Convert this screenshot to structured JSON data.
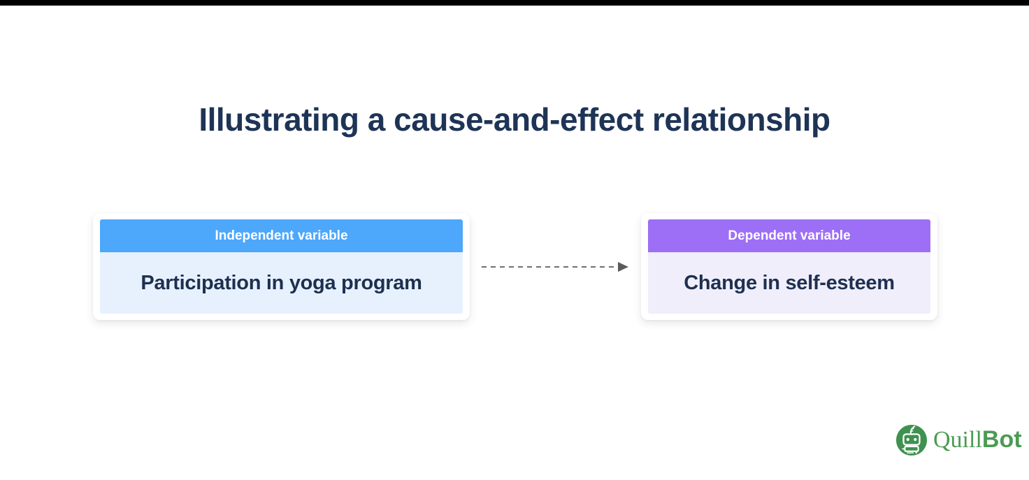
{
  "page": {
    "top_bar_color": "#000000",
    "background_color": "#ffffff"
  },
  "title": {
    "text": "Illustrating a cause-and-effect relationship",
    "color": "#1e3456"
  },
  "diagram": {
    "boxes": [
      {
        "id": "independent-variable-box",
        "header_label": "Independent variable",
        "body_text": "Participation in yoga program",
        "header_color": "#4da7fb",
        "body_color": "#e7f1fe"
      },
      {
        "id": "dependent-variable-box",
        "header_label": "Dependent variable",
        "body_text": "Change in self-esteem",
        "header_color": "#9d6ff6",
        "body_color": "#f0eefb"
      }
    ],
    "arrow": {
      "style": "dashed",
      "direction": "left-to-right",
      "color": "#6f6f6f",
      "head_color": "#5b5b5b"
    },
    "text_color": "#1e3050"
  },
  "logo": {
    "brand_serif_part": "Quill",
    "brand_bold_part": "Bot",
    "brand_color": "#4c9b53",
    "icon": "quillbot-robot-icon",
    "icon_color": "#3f9150"
  }
}
